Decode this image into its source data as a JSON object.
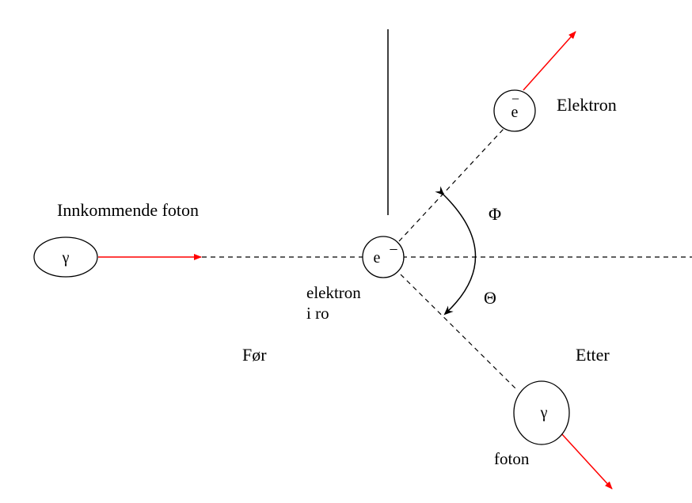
{
  "labels": {
    "incoming_photon": "Innkommende foton",
    "electron_at_rest_line1": "elektron",
    "electron_at_rest_line2": "i ro",
    "before": "Før",
    "after": "Etter",
    "electron_out": "Elektron",
    "photon_out": "foton",
    "phi": "Φ",
    "theta": "Θ"
  },
  "particles": {
    "gamma_symbol": "γ",
    "electron_symbol": "e",
    "electron_charge": "−"
  },
  "colors": {
    "arrow": "#ff0000",
    "line": "#000000"
  }
}
